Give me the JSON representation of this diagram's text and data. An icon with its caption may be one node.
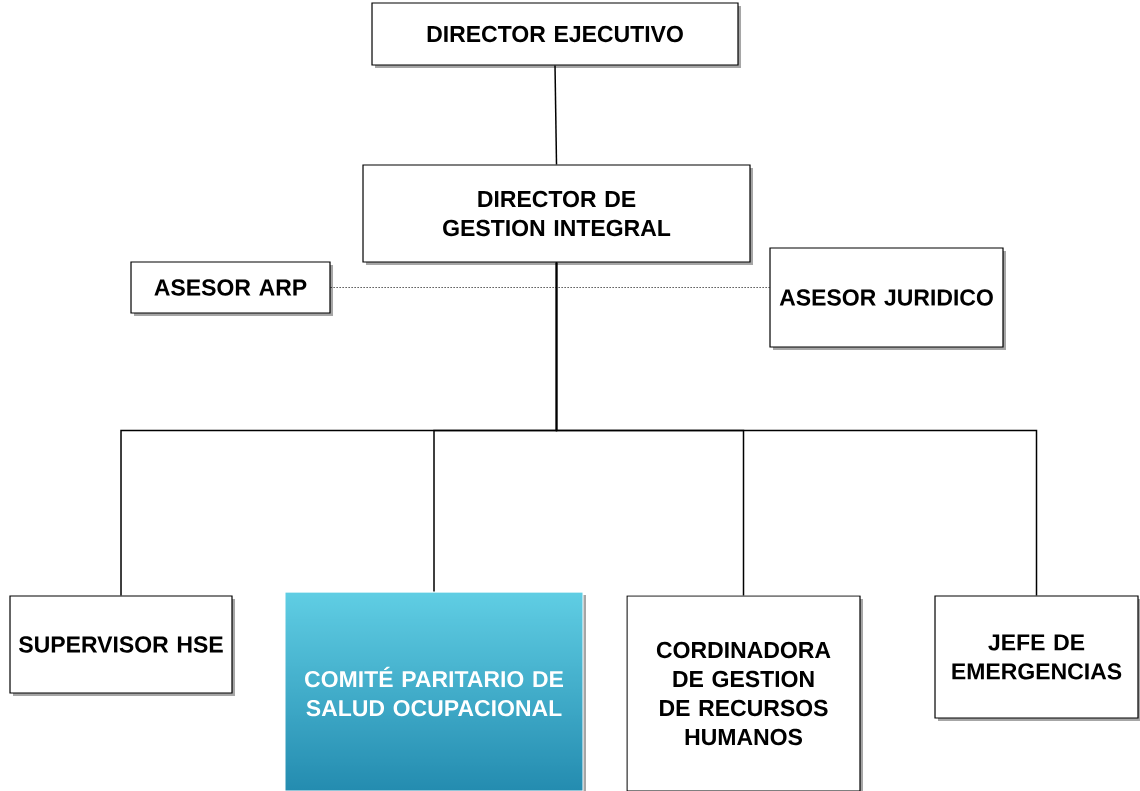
{
  "diagram": {
    "nodes": [
      {
        "text": [
          "DIRECTOR EJECUTIVO"
        ]
      },
      {
        "text": [
          "DIRECTOR DE GESTION INTEGRAL"
        ]
      },
      {
        "text": [
          "ASESOR ARP"
        ]
      },
      {
        "text": [
          "ASESOR JURIDICO"
        ]
      },
      {
        "text": [
          "SUPERVISOR HSE"
        ]
      },
      {
        "text": [
          "COMITÉ PARITARIO DE SALUD OCUPACIONAL"
        ]
      },
      {
        "text": [
          "CORDINADORA DE GESTION DE RECURSOS HUMANOS"
        ]
      },
      {
        "text": [
          "JEFE DE EMERGENCIAS"
        ]
      }
    ],
    "edges": [
      {
        "from": 0,
        "to": 1,
        "arrow": "none"
      },
      {
        "from": 2,
        "to": 3,
        "arrow": "none",
        "style": "dashed"
      },
      {
        "from": 1,
        "to": 4,
        "arrow": "none"
      },
      {
        "from": 1,
        "to": 5,
        "arrow": "none"
      },
      {
        "from": 1,
        "to": 6,
        "arrow": "none"
      },
      {
        "from": 1,
        "to": 7,
        "arrow": "none"
      }
    ]
  }
}
